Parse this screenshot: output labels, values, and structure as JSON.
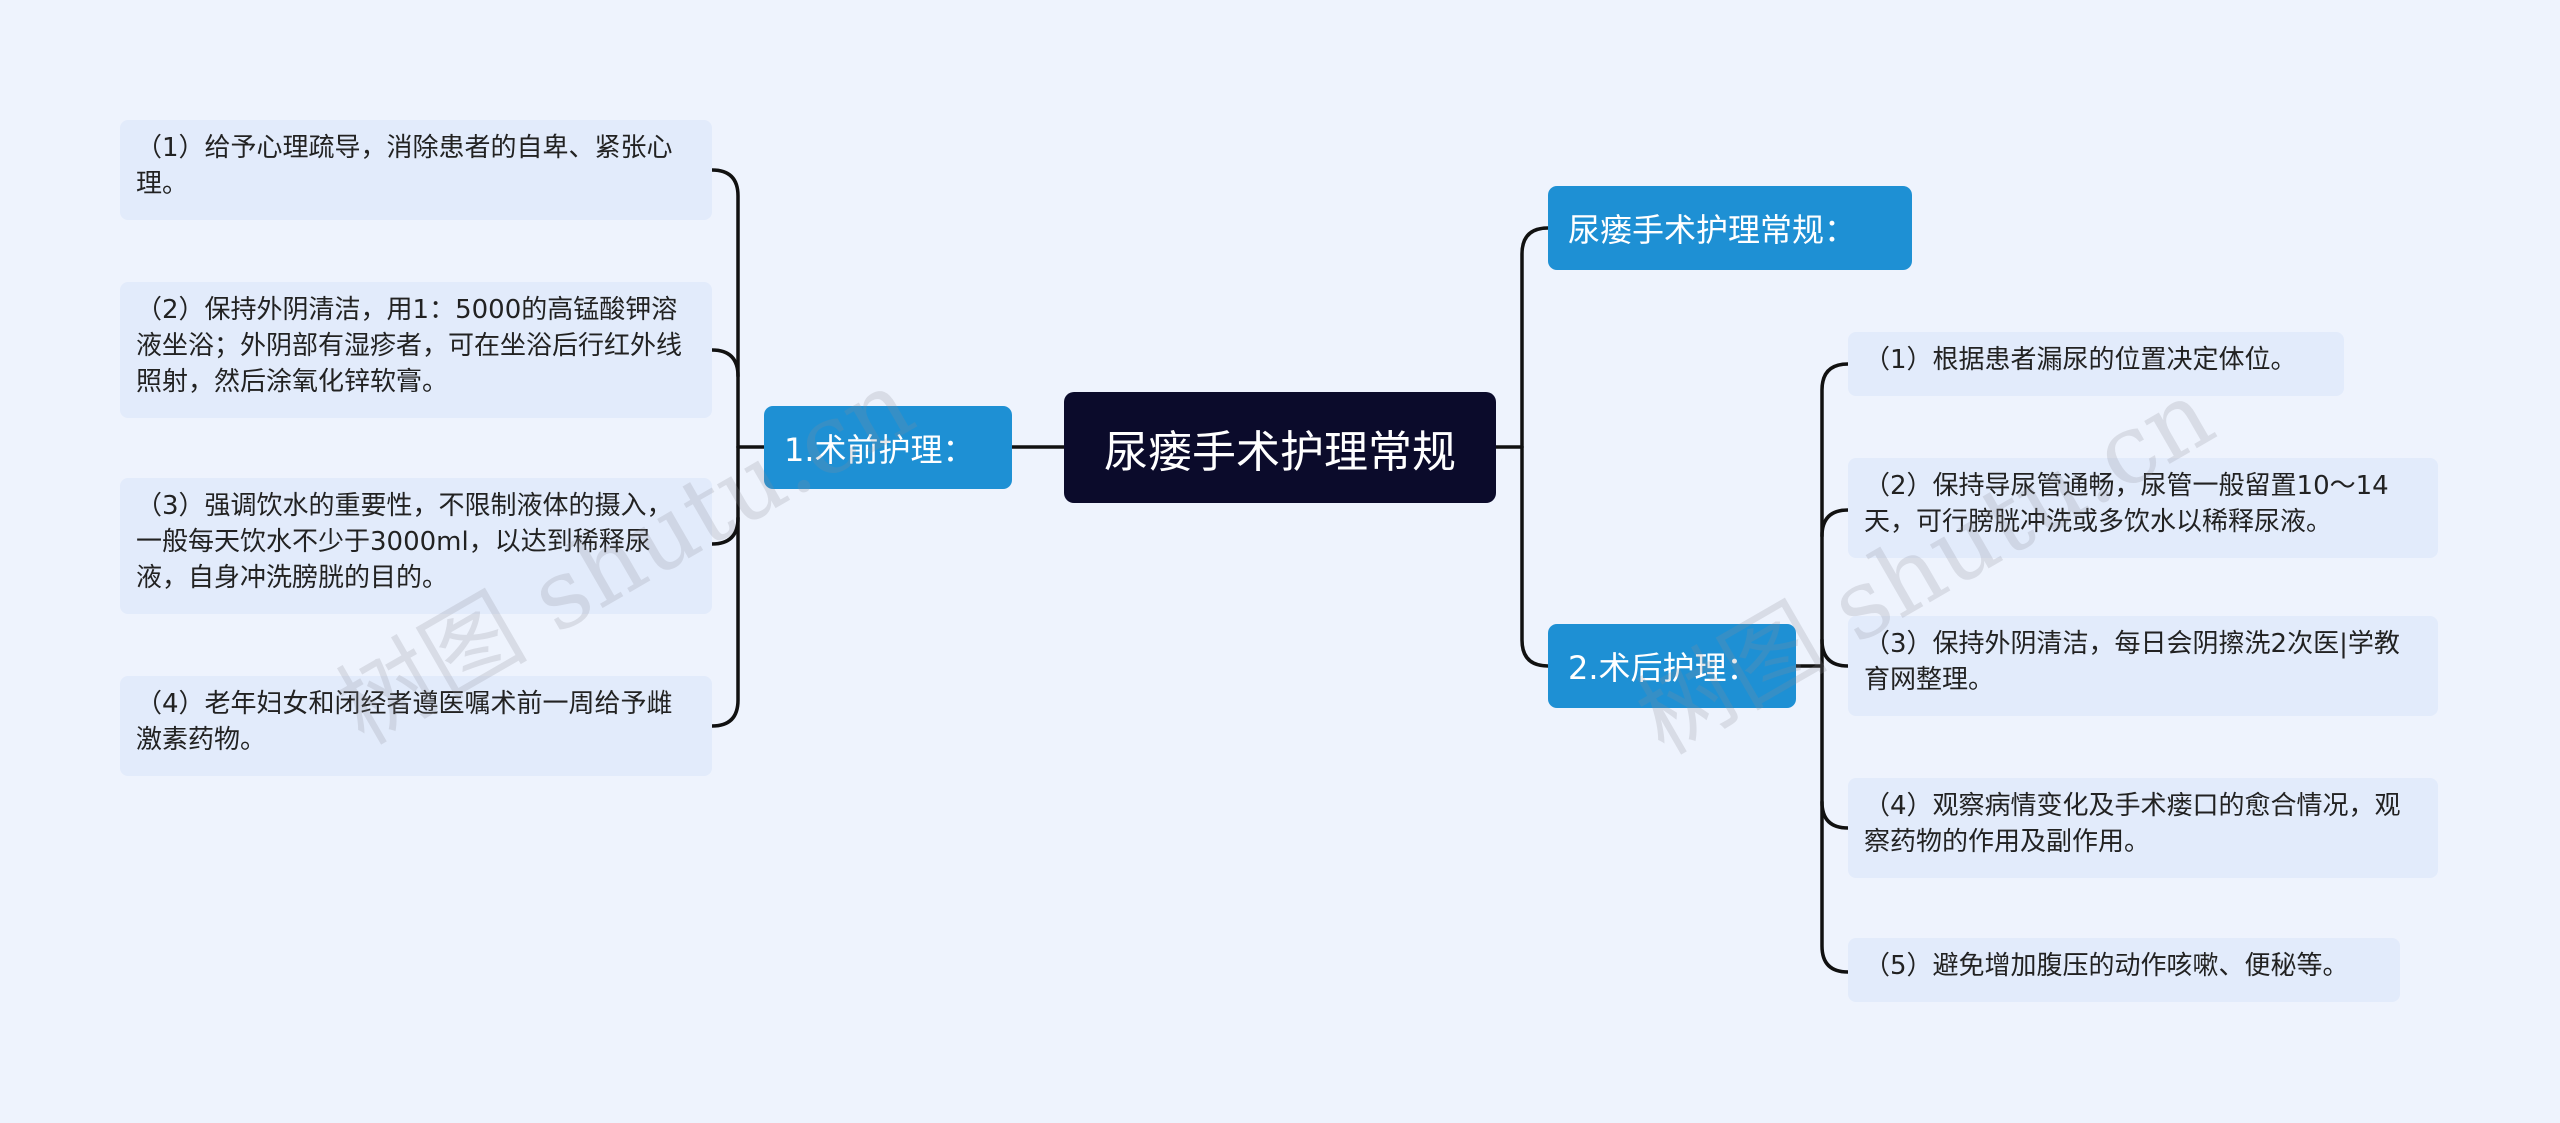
{
  "root": {
    "label": "尿瘘手术护理常规"
  },
  "left_branch": {
    "label": "1.术前护理：",
    "items": [
      "（1）给予心理疏导，消除患者的自卑、紧张心理。",
      "（2）保持外阴清洁，用1：5000的高锰酸钾溶液坐浴；外阴部有湿疹者，可在坐浴后行红外线照射，然后涂氧化锌软膏。",
      "（3）强调饮水的重要性，不限制液体的摄入，一般每天饮水不少于3000ml，以达到稀释尿液，自身冲洗膀胱的目的。",
      "（4）老年妇女和闭经者遵医嘱术前一周给予雌激素药物。"
    ]
  },
  "right_branch_top": {
    "label": "尿瘘手术护理常规："
  },
  "right_branch": {
    "label": "2.术后护理：",
    "items": [
      "（1）根据患者漏尿的位置决定体位。",
      "（2）保持导尿管通畅，尿管一般留置10～14天，可行膀胱冲洗或多饮水以稀释尿液。",
      "（3）保持外阴清洁，每日会阴擦洗2次医|学教育网整理。",
      "（4）观察病情变化及手术瘘口的愈合情况，观察药物的作用及副作用。",
      "（5）避免增加腹压的动作咳嗽、便秘等。"
    ]
  },
  "watermarks": [
    "树图 shutu.cn",
    "树图 shutu.cn"
  ],
  "colors": {
    "background": "#eef3fd",
    "root": "#0b0b2b",
    "branch": "#1e90d4",
    "leaf": "#e2ebfb",
    "connector": "#111111"
  }
}
